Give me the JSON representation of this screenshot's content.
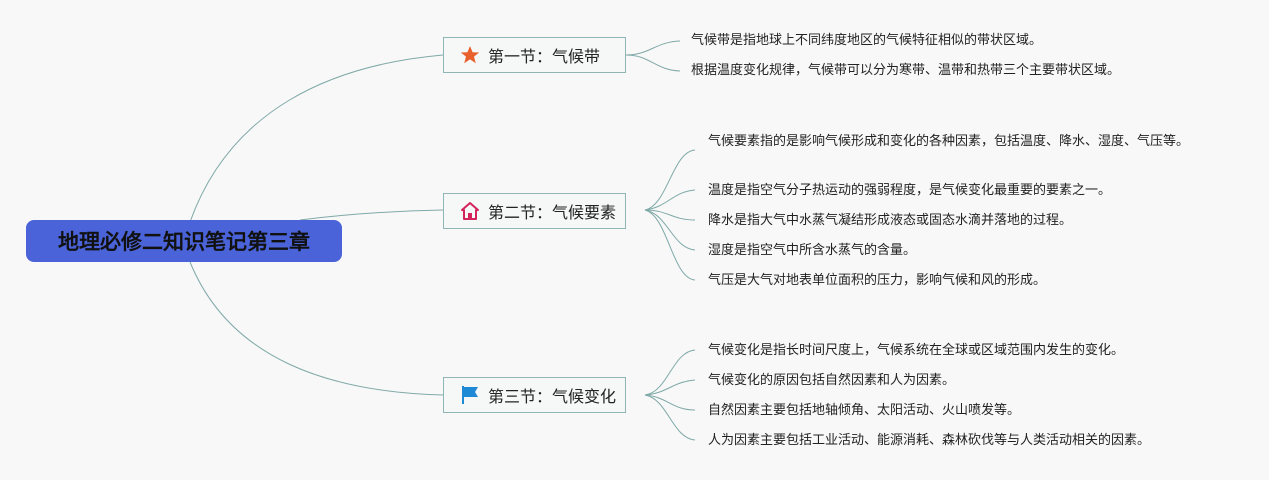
{
  "root": {
    "title": "地理必修二知识笔记第三章"
  },
  "branches": [
    {
      "label": "第一节：气候带",
      "icon": "star-icon",
      "color": "#e8612c",
      "items": [
        "气候带是指地球上不同纬度地区的气候特征相似的带状区域。",
        "根据温度变化规律，气候带可以分为寒带、温带和热带三个主要带状区域。"
      ]
    },
    {
      "label": "第二节：气候要素",
      "icon": "home-icon",
      "color": "#d4245c",
      "items": [
        "气候要素指的是影响气候形成和变化的各种因素，包括温度、降水、湿度、气压等。",
        "温度是指空气分子热运动的强弱程度，是气候变化最重要的要素之一。",
        "降水是指大气中水蒸气凝结形成液态或固态水滴并落地的过程。",
        "湿度是指空气中所含水蒸气的含量。",
        "气压是大气对地表单位面积的压力，影响气候和风的形成。"
      ]
    },
    {
      "label": "第三节：气候变化",
      "icon": "flag-icon",
      "color": "#1e8ad6",
      "items": [
        "气候变化是指长时间尺度上，气候系统在全球或区域范围内发生的变化。",
        "气候变化的原因包括自然因素和人为因素。",
        "自然因素主要包括地轴倾角、太阳活动、火山喷发等。",
        "人为因素主要包括工业活动、能源消耗、森林砍伐等与人类活动相关的因素。"
      ]
    }
  ]
}
